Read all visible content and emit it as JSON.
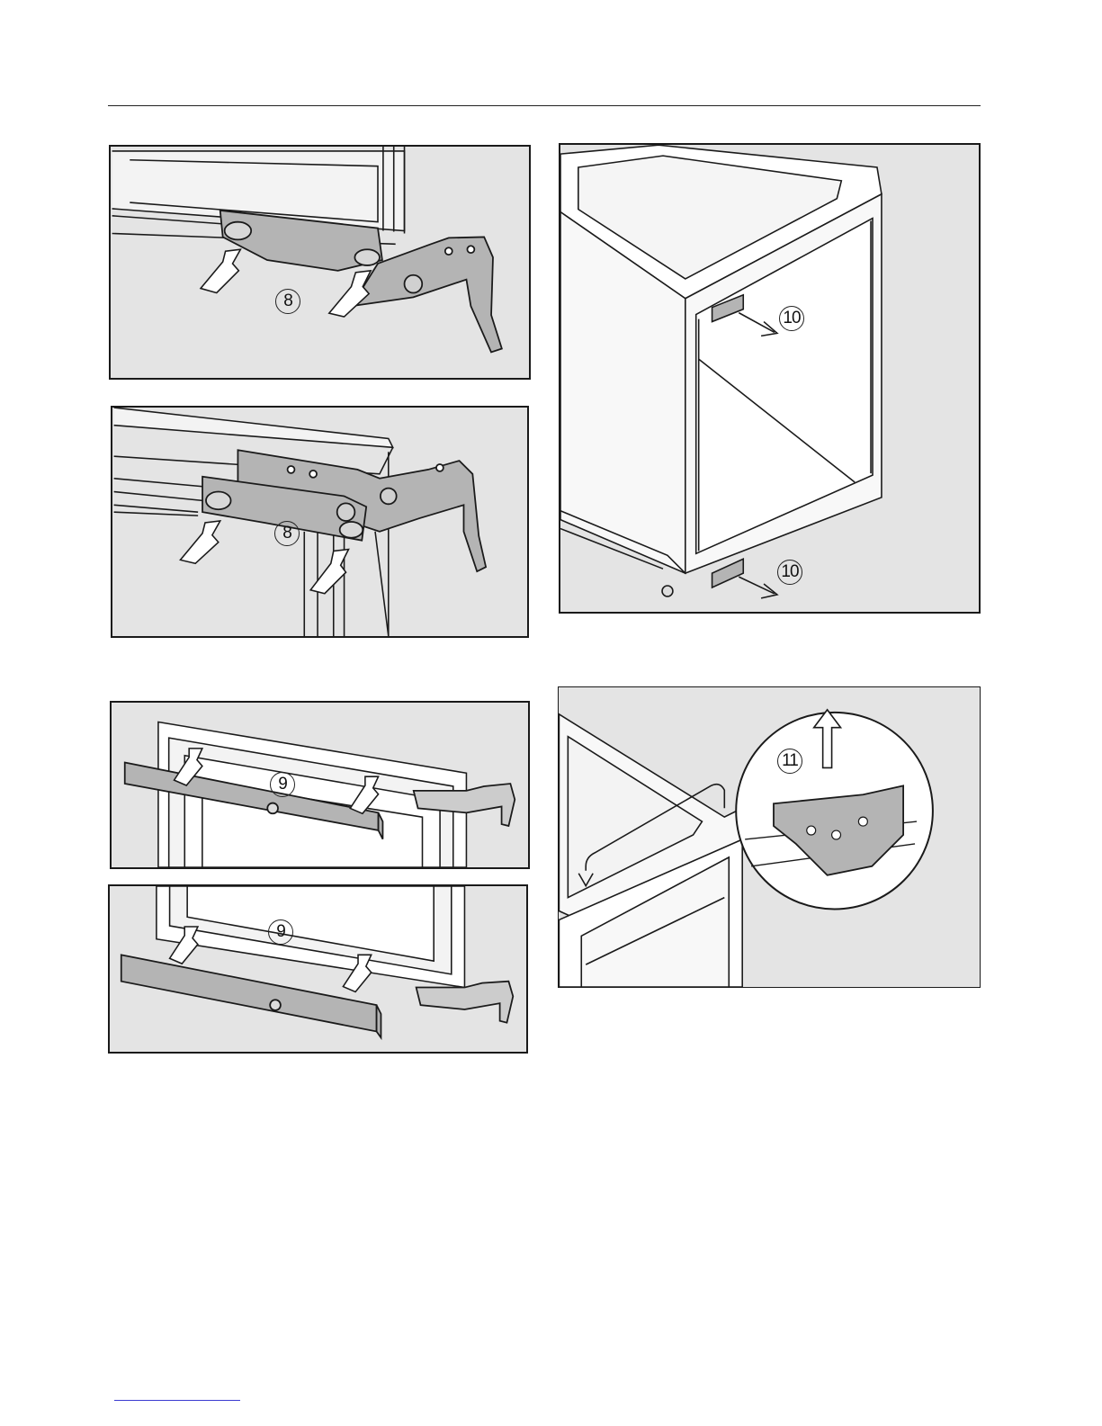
{
  "figures": [
    {
      "id": "hinge-lower-cover",
      "callout": "8"
    },
    {
      "id": "hinge-upper-cover",
      "callout": "8"
    },
    {
      "id": "cabinet-side-covers",
      "callout_top": "10",
      "callout_bottom": "10"
    },
    {
      "id": "door-strip-upper",
      "callout": "9"
    },
    {
      "id": "door-strip-lower",
      "callout": "9"
    },
    {
      "id": "mounting-clip",
      "callout": "11"
    }
  ],
  "colors": {
    "panel_bg": "#e4e4e4",
    "line": "#1a1a1a",
    "part_fill": "#b4b4b4",
    "white": "#ffffff"
  }
}
